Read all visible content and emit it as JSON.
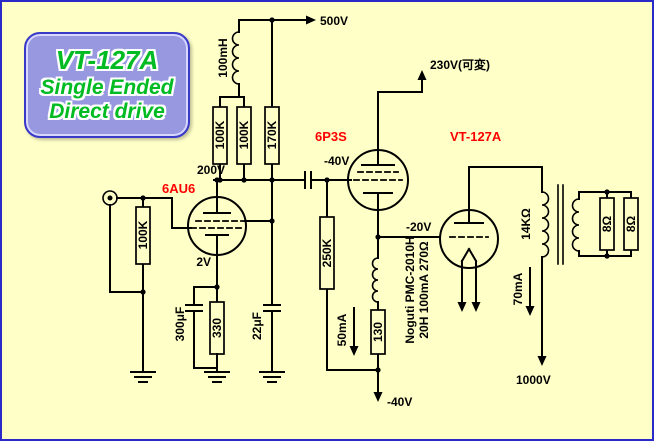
{
  "badge": {
    "line1": "VT-127A",
    "line2": "Single Ended",
    "line3": "Direct drive"
  },
  "labels": {
    "supply_500v": "500V",
    "choke_100mh": "100mH",
    "r_plate_a": "100K",
    "r_plate_b": "100K",
    "r_screen_170k": "170K",
    "supply_230v": "230V(可変)",
    "node_200v": "200V",
    "tube1": "6AU6",
    "tube2": "6P3S",
    "tube3": "VT-127A",
    "bias_minus40_top": "-40V",
    "r_input_100k": "100K",
    "node_2v": "2V",
    "cap_300uf": "300μF",
    "r_cathode_330": "330",
    "cap_22uf": "22μF",
    "r_grid_250k": "250K",
    "node_minus20v": "-20V",
    "choke_name": "Noguti PMC-2010H",
    "choke_spec": "20H 100mA 270Ω",
    "current_50ma": "50mA",
    "r_130": "130",
    "supply_minus40_bottom": "-40V",
    "xfmr_primary_14k": "14KΩ",
    "load_8ohm_a": "8Ω",
    "load_8ohm_b": "8Ω",
    "current_70ma": "70mA",
    "supply_1000v": "1000V"
  },
  "colors": {
    "background": "#FFFFC8",
    "border": "#2A2AC8",
    "tube_label": "#FF0000",
    "badge_text": "#00BB22",
    "badge_fill": "#9898E0",
    "line": "#000000"
  }
}
